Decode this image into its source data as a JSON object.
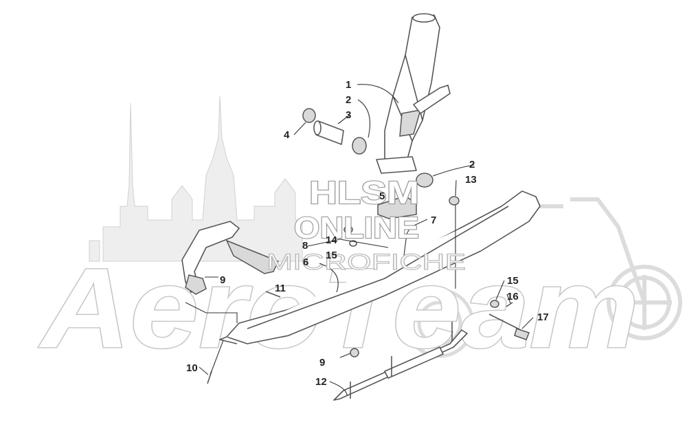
{
  "watermarks": {
    "brand": "AeroTeam",
    "hlsm_line1": "HLSM",
    "hlsm_line2": "ONLINE",
    "hlsm_line3": "MICROFICHE"
  },
  "callouts": [
    {
      "id": "c1",
      "text": "1"
    },
    {
      "id": "c2a",
      "text": "2"
    },
    {
      "id": "c2b",
      "text": "2"
    },
    {
      "id": "c3",
      "text": "3"
    },
    {
      "id": "c4",
      "text": "4"
    },
    {
      "id": "c5",
      "text": "5"
    },
    {
      "id": "c6",
      "text": "6"
    },
    {
      "id": "c7",
      "text": "7"
    },
    {
      "id": "c8",
      "text": "8"
    },
    {
      "id": "c9a",
      "text": "9"
    },
    {
      "id": "c9b",
      "text": "9"
    },
    {
      "id": "c10",
      "text": "10"
    },
    {
      "id": "c11",
      "text": "11"
    },
    {
      "id": "c12",
      "text": "12"
    },
    {
      "id": "c13",
      "text": "13"
    },
    {
      "id": "c14",
      "text": "14"
    },
    {
      "id": "c15a",
      "text": "15"
    },
    {
      "id": "c15b",
      "text": "15"
    },
    {
      "id": "c16",
      "text": "16"
    },
    {
      "id": "c17",
      "text": "17"
    }
  ]
}
